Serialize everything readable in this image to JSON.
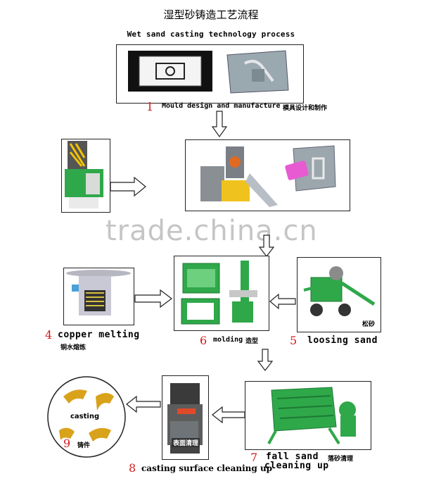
{
  "title": {
    "cn": "湿型砂铸造工艺流程",
    "en": "Wet sand casting technology process"
  },
  "steps": {
    "s1": {
      "num": "1",
      "en": "Mould design and manufacture",
      "cn": "模具设计和制作"
    },
    "s4": {
      "num": "4",
      "en": "copper melting",
      "cn": "铜水熔炼"
    },
    "s5": {
      "num": "5",
      "en": "loosing sand",
      "cn": "松砂"
    },
    "s6": {
      "num": "6",
      "en": "molding",
      "cn": "造型"
    },
    "s7": {
      "num": "7",
      "en_line1": "fall sand",
      "en_line2": "cleaning up",
      "cn": "落砂清理"
    },
    "s8": {
      "num": "8",
      "en": "casting surface cleaning up",
      "cn": "表面清理"
    },
    "s9": {
      "num": "9",
      "en": "casting",
      "cn": "铸件"
    }
  },
  "watermark": "trade.china.cn",
  "colors": {
    "number": "#d11a1a",
    "machine_green": "#2fa84a",
    "casting_gold": "#d9a21b"
  }
}
